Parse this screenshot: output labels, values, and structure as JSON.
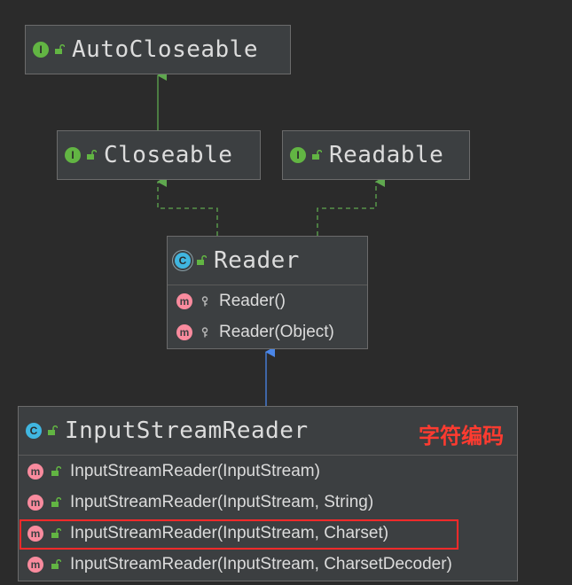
{
  "colors": {
    "background": "#2b2b2b",
    "box": "#3c3f41",
    "interface_edge": "#5fa84f",
    "extends_edge": "#4a86e8",
    "annotation": "#ff3b30"
  },
  "nodes": {
    "autocloseable": {
      "kind": "interface",
      "badge": "I",
      "title": "AutoCloseable"
    },
    "closeable": {
      "kind": "interface",
      "badge": "I",
      "title": "Closeable"
    },
    "readable": {
      "kind": "interface",
      "badge": "I",
      "title": "Readable"
    },
    "reader": {
      "kind": "abstract-class",
      "badge": "C",
      "title": "Reader",
      "methods": [
        {
          "badge": "m",
          "name": "Reader()",
          "icon": "key-icon"
        },
        {
          "badge": "m",
          "name": "Reader(Object)",
          "icon": "key-icon"
        }
      ]
    },
    "inputstreamreader": {
      "kind": "class",
      "badge": "C",
      "title": "InputStreamReader",
      "methods": [
        {
          "badge": "m",
          "name": "InputStreamReader(InputStream)",
          "icon": "lock-open-icon"
        },
        {
          "badge": "m",
          "name": "InputStreamReader(InputStream, String)",
          "icon": "lock-open-icon"
        },
        {
          "badge": "m",
          "name": "InputStreamReader(InputStream, Charset)",
          "icon": "lock-open-icon"
        },
        {
          "badge": "m",
          "name": "InputStreamReader(InputStream, CharsetDecoder)",
          "icon": "lock-open-icon"
        }
      ]
    }
  },
  "annotation": {
    "text": "字符编码"
  }
}
